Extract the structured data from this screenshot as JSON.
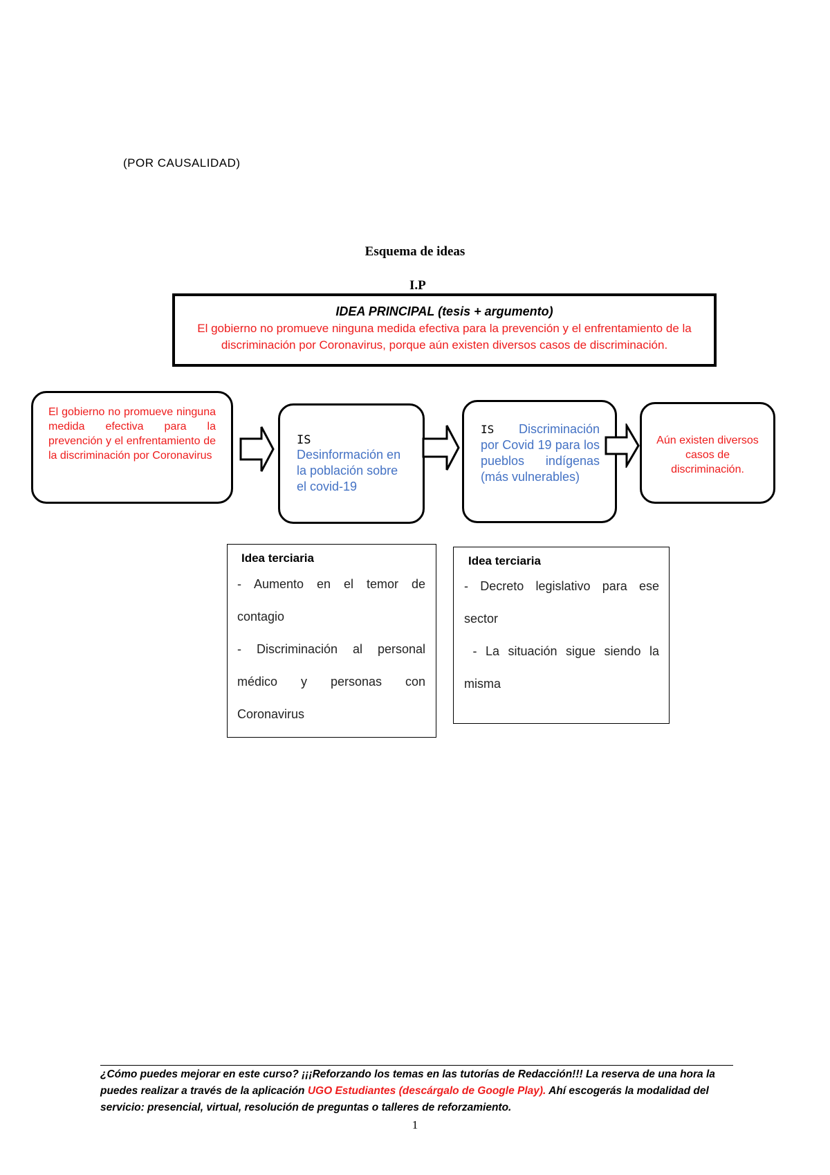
{
  "header": {
    "subtitle": "(POR CAUSALIDAD)",
    "title": "Esquema de ideas",
    "ip_label": "I.P"
  },
  "main_idea": {
    "heading": "IDEA PRINCIPAL (tesis + argumento)",
    "text": "El gobierno no promueve ninguna medida efectiva para la prevención y el enfrentamiento de la discriminación por Coronavirus, porque aún existen diversos casos de discriminación."
  },
  "flow": {
    "box1": "El gobierno no promueve ninguna medida efectiva para la prevención y el enfrentamiento de la discriminación por Coronavirus",
    "box2": {
      "label": "IS",
      "text": "Desinformación en la población sobre el covid-19"
    },
    "box3": {
      "label": "IS",
      "text": "Discriminación por Covid 19 para los pueblos indígenas (más vulnerables)"
    },
    "box4": "Aún existen diversos casos de discriminación."
  },
  "tertiary": [
    {
      "heading": "Idea terciaria",
      "items": [
        "- Aumento en el temor de contagio",
        "- Discriminación al personal médico y personas con Coronavirus"
      ]
    },
    {
      "heading": "Idea terciaria",
      "items": [
        "- Decreto legislativo para ese sector",
        " - La situación sigue siendo la misma"
      ]
    }
  ],
  "footer": {
    "text_before": "¿Cómo puedes mejorar en este curso? ¡¡¡Reforzando los temas en las tutorías de Redacción!!! La reserva de una hora la puedes realizar a través de la aplicación ",
    "app_link": "UGO Estudiantes (descárgalo de Google Play).",
    "text_after": " Ahí escogerás la modalidad del servicio: presencial, virtual, resolución de preguntas o talleres de reforzamiento."
  },
  "page_number": "1"
}
